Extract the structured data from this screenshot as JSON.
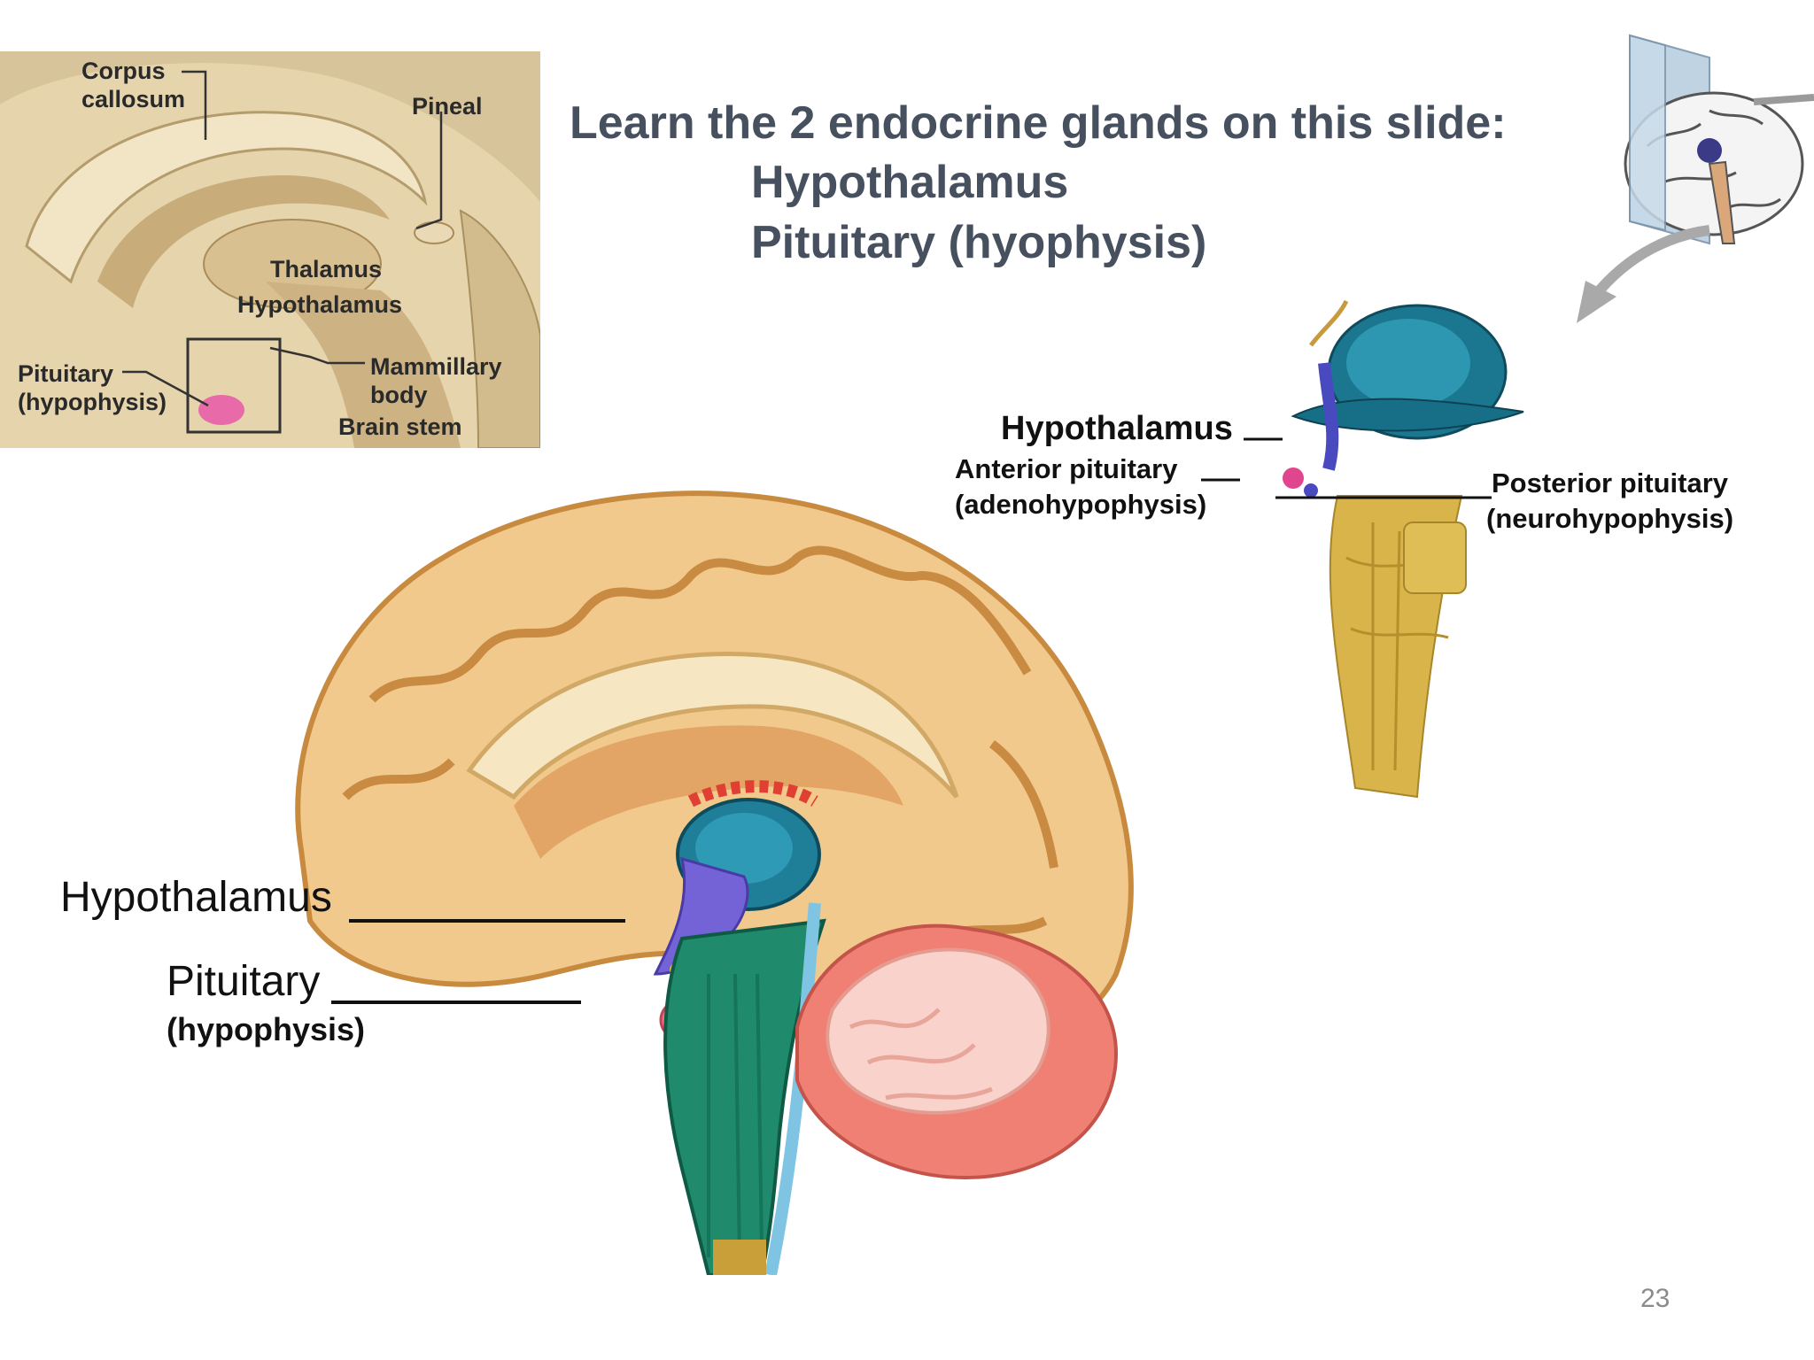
{
  "slide": {
    "title_line1": "Learn the 2 endocrine glands on this slide:",
    "title_line2": "Hypothalamus",
    "title_line3": "Pituitary (hyophysis)",
    "page_number": "23"
  },
  "inset_diagram": {
    "labels": {
      "corpus_callosum_1": "Corpus",
      "corpus_callosum_2": "callosum",
      "pineal": "Pineal",
      "thalamus": "Thalamus",
      "hypothalamus": "Hypothalamus",
      "pituitary_1": "Pituitary",
      "pituitary_2": "(hypophysis)",
      "mammillary_1": "Mammillary",
      "mammillary_2": "body",
      "brain_stem": "Brain stem"
    }
  },
  "brainstem_diagram": {
    "labels": {
      "hypothalamus": "Hypothalamus",
      "anterior_1": "Anterior pituitary",
      "anterior_2": "(adenohypophysis)",
      "posterior_1": "Posterior pituitary",
      "posterior_2": "(neurohypophysis)"
    }
  },
  "main_diagram": {
    "labels": {
      "hypothalamus": "Hypothalamus",
      "pituitary": "Pituitary",
      "pituitary_sub": "(hypophysis)"
    }
  }
}
